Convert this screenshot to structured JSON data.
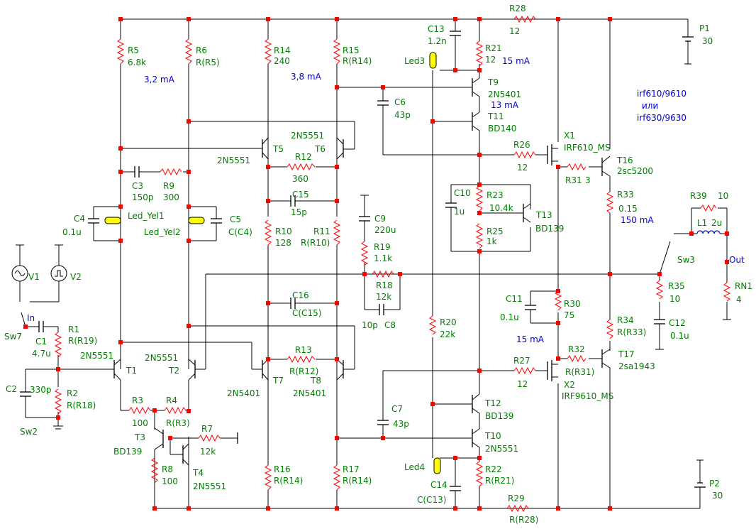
{
  "colors": {
    "wire": "#000000",
    "component": "#000000",
    "label": "#008000",
    "annotation": "#0000dd",
    "junction": "#ff0000",
    "led": "#ffff00"
  },
  "labels": [
    "R5",
    "6.8k",
    "R6",
    "R(R5)",
    "R14",
    "240",
    "R15",
    "R(R14)",
    "3,2 mA",
    "3,8 mA",
    "C13",
    "1.2n",
    "Led3",
    "R21",
    "12",
    "15 mA",
    "R28",
    "12",
    "P1",
    "30",
    "T9",
    "2N5401",
    "13 mA",
    "T11",
    "BD140",
    "C6",
    "43p",
    "irf610/9610",
    "или",
    "irf630/9630",
    "T5",
    "2N5551",
    "T6",
    "2N5551",
    "R12",
    "360",
    "C3",
    "150p",
    "R9",
    "300",
    "C15",
    "15p",
    "X1",
    "IRF610_MS",
    "R26",
    "12",
    "T16",
    "2sc5200",
    "R31",
    "3",
    "R33",
    "0.15",
    "150 mA",
    "C10",
    "1u",
    "R23",
    "10.4k",
    "R25",
    "1k",
    "T13",
    "BD139",
    "R39",
    "10",
    "L1",
    "2u",
    "Out",
    "Sw3",
    "C4",
    "0.1u",
    "Led_Yel1",
    "Led_Yel2",
    "C5",
    "C(C4)",
    "C9",
    "220u",
    "R10",
    "128",
    "R11",
    "R(R10)",
    "R19",
    "1.1k",
    "R18",
    "12k",
    "10p",
    "C8",
    "V1",
    "V2",
    "In",
    "C16",
    "C(C15)",
    "C11",
    "0.1u",
    "R30",
    "75",
    "15 mA",
    "R35",
    "10",
    "C12",
    "0.1u",
    "RN1",
    "4",
    "R34",
    "R(R33)",
    "Sw7",
    "R1",
    "R(R19)",
    "C1",
    "4.7u",
    "R20",
    "22k",
    "2N5551",
    "T1",
    "2N5551",
    "T2",
    "R13",
    "R(R12)",
    "R27",
    "12",
    "R32",
    "R(R31)",
    "T17",
    "2sa1943",
    "X2",
    "IRF9610_MS",
    "C2",
    "330p",
    "R2",
    "R(R18)",
    "2N5401",
    "T7",
    "T8",
    "2N5401",
    "C7",
    "43p",
    "T12",
    "BD139",
    "Sw2",
    "R3",
    "100",
    "R4",
    "R(R3)",
    "T3",
    "BD139",
    "R7",
    "12k",
    "T10",
    "2N5551",
    "Led4",
    "R8",
    "100",
    "T4",
    "2N5551",
    "R16",
    "R(R14)",
    "R17",
    "R(R14)",
    "R22",
    "R(R21)",
    "C14",
    "C(C13)",
    "R29",
    "R(R28)",
    "P2",
    "30"
  ]
}
